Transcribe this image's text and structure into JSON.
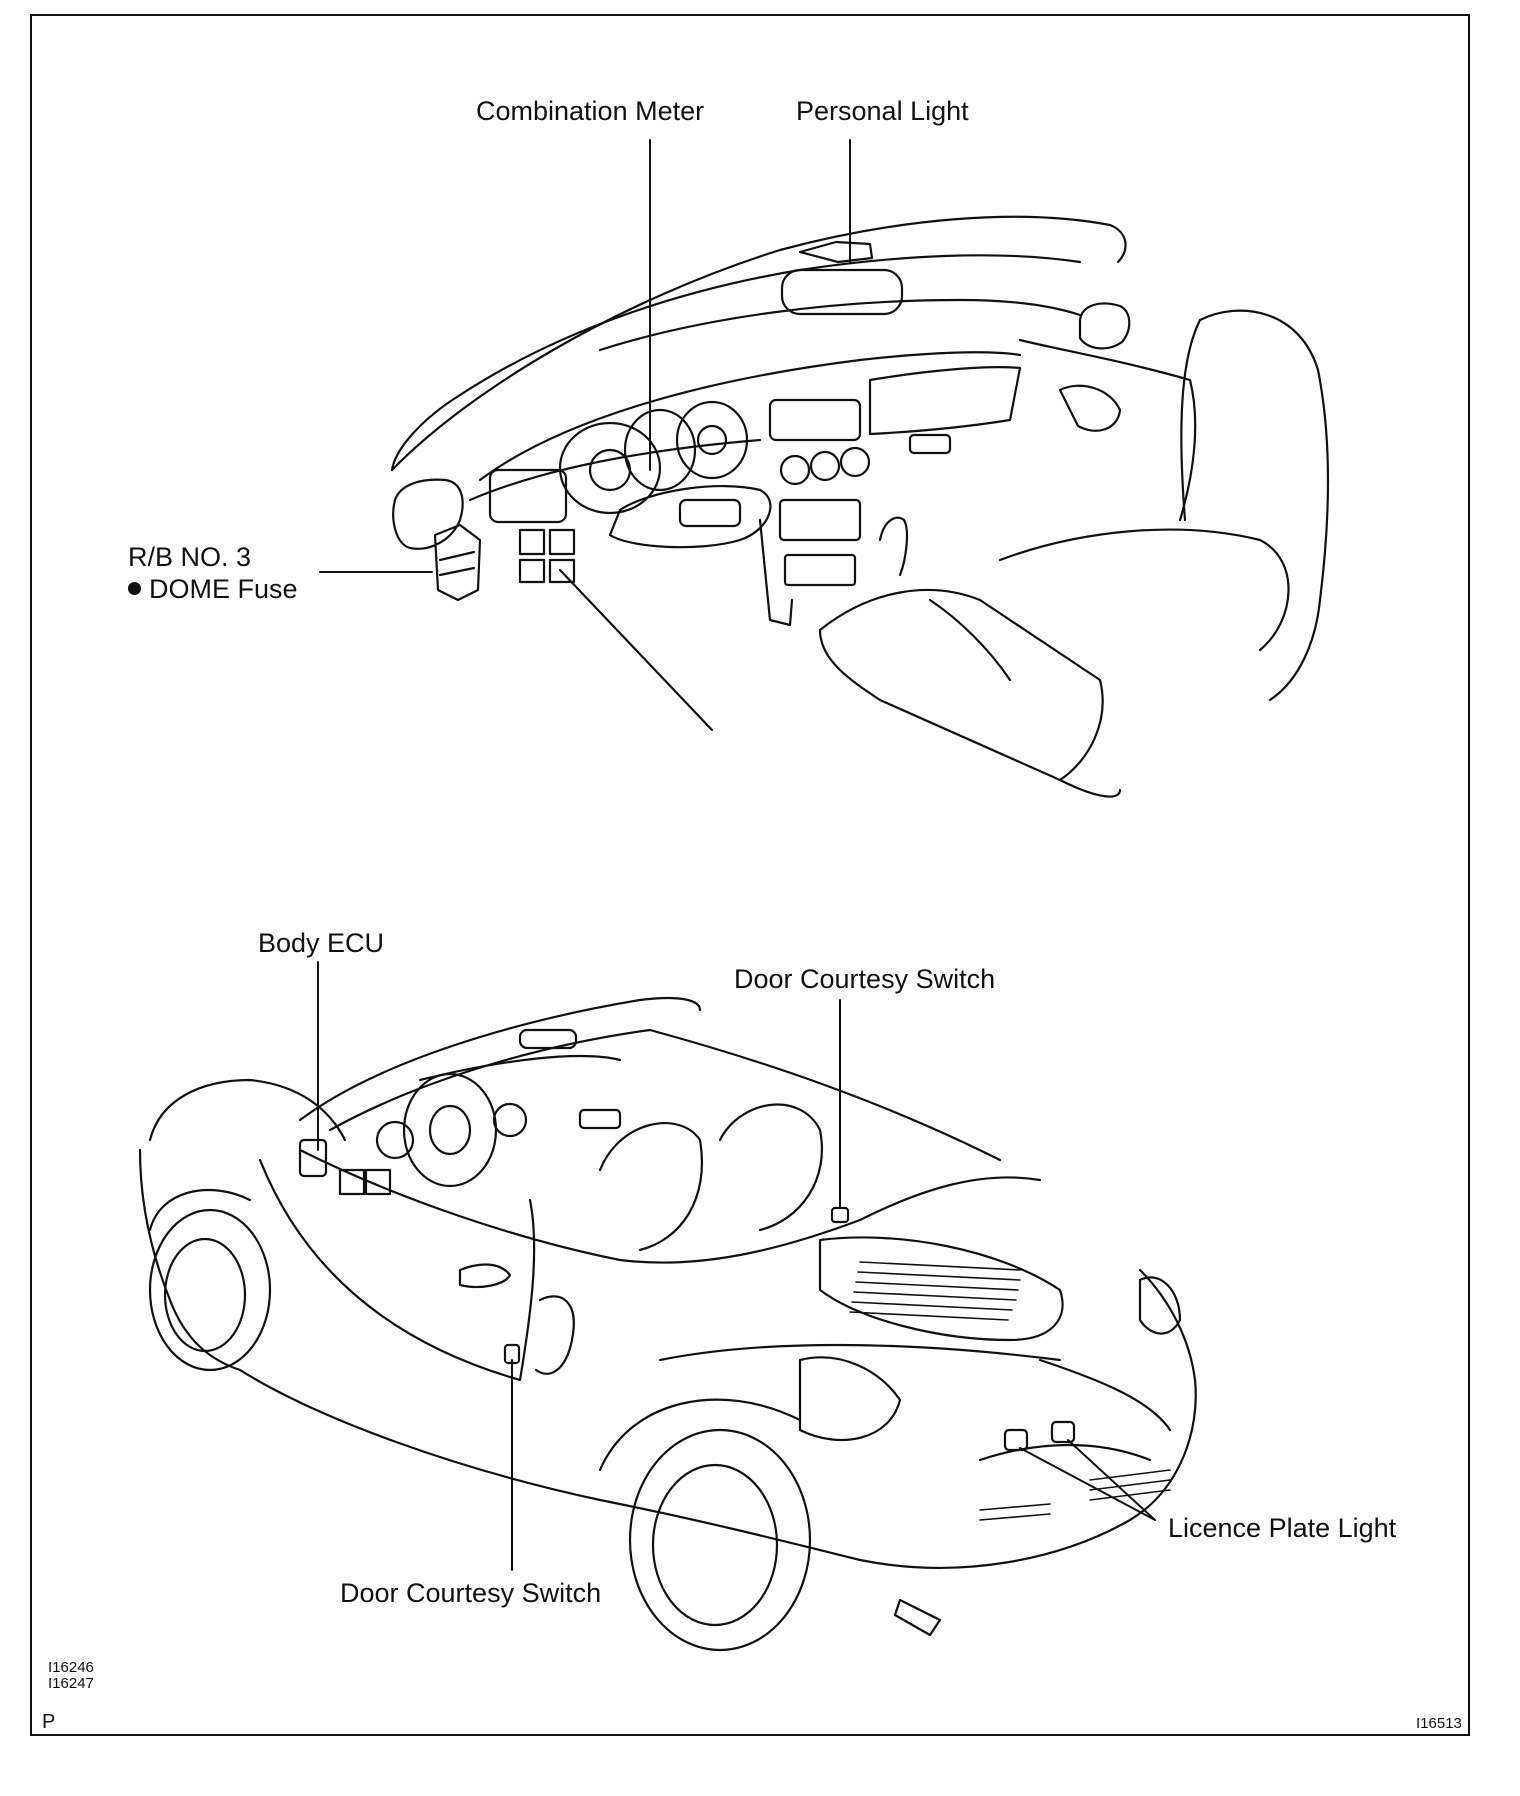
{
  "labels": {
    "combination_meter": "Combination Meter",
    "personal_light": "Personal Light",
    "rb_no3": "R/B NO. 3",
    "dome_fuse": "DOME Fuse",
    "body_ecu": "Body ECU",
    "door_courtesy_switch_top": "Door Courtesy Switch",
    "door_courtesy_switch_bottom": "Door Courtesy Switch",
    "licence_plate_light": "Licence Plate Light"
  },
  "codes": {
    "fig_a": "I16246",
    "fig_b": "I16247",
    "page_letter": "P",
    "sheet": "I16513"
  },
  "colors": {
    "line": "#111111",
    "paper": "#ffffff"
  }
}
